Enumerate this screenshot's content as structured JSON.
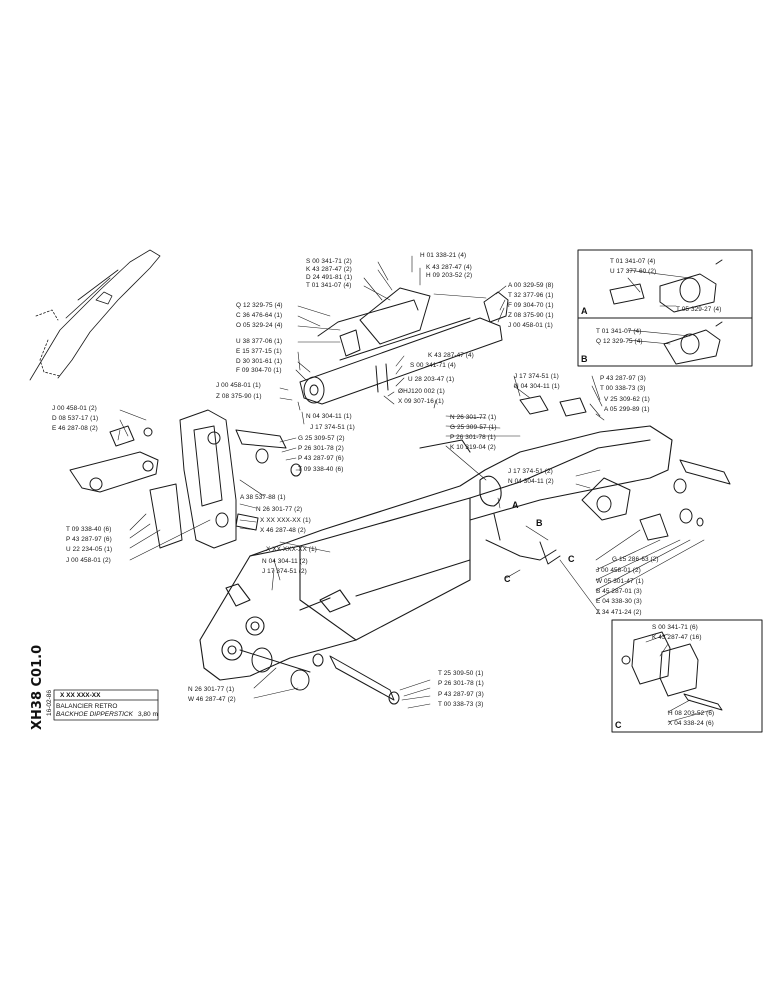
{
  "title_block": {
    "drawing_code": "XH38 C01.0",
    "date": "16-02-86",
    "ref_number": "X XX XXX-XX",
    "title_fr": "BALANCIER RETRO",
    "title_en": "BACKHOE DIPPERSTICK",
    "length": "3,80 m"
  },
  "insets": {
    "A_letter": "A",
    "B_letter": "B",
    "C_letter": "C"
  },
  "callout_letters": {
    "a": "A",
    "b": "B",
    "c1": "C",
    "c2": "C"
  },
  "labels": {
    "s00341_71_2": "S 00 341-71 (2)",
    "k43287_47_2": "K 43 287-47 (2)",
    "d24491_81": "D 24 491-81 (1)",
    "t01341_07_4": "T 01 341-07 (4)",
    "h01338_21": "H 01 338-21 (4)",
    "k43287_47_4": "K 43 287-47 (4)",
    "h09203_52": "H 09 203-52 (2)",
    "a00329_59": "A 00 329-59 (8)",
    "t32377_96": "T 32 377-96 (1)",
    "f09304_70a": "F 09 304-70 (1)",
    "z08375_90a": "Z 08 375-90 (1)",
    "j00458_01a": "J 00 458-01 (1)",
    "q12329_75": "Q 12 329-75 (4)",
    "c36476_64": "C 36 476-64 (1)",
    "o05329_24": "O 05 329-24 (4)",
    "u38377_06": "U 38 377-06 (1)",
    "e15377_15": "E 15 377-15 (1)",
    "d30301_61": "D 30 301-61 (1)",
    "f09304_70b": "F 09 304-70 (1)",
    "k43287_47_4b": "K 43 287-47 (4)",
    "s00341_71_4": "S 00 341-71 (4)",
    "u28203_47": "U 28 203-47 (1)",
    "hj120_002": "ØHJ120 002 (1)",
    "x09307_16": "X 09 307-16 (1)",
    "j00458_01b": "J 00 458-01 (1)",
    "z08375_90b": "Z 08 375-90 (1)",
    "n04304_11a": "N 04 304-11 (1)",
    "j17374_51a": "J 17 374-51 (1)",
    "g25309_57a": "G 25 309-57 (2)",
    "p26301_78a": "P 26 301-78 (2)",
    "p43287_97a": "P 43 287-97 (6)",
    "t09338_40a": "T 09 338-40 (6)",
    "j00458_01c": "J 00 458-01 (2)",
    "d08537_17": "D 08 537-17 (1)",
    "e46287_08": "E 46 287-08 (2)",
    "a38537_88": "A 38 537-88 (1)",
    "n26301_77a": "N 26 301-77 (2)",
    "xxx_1": "X XX XXX-XX (1)",
    "x46287_48": "X 46 287-48 (2)",
    "t09338_40b": "T 09 338-40 (6)",
    "p43287_97b": "P 43 287-97 (6)",
    "u22234_05": "U 22 234-05 (1)",
    "j00458_01d": "J 00 458-01 (2)",
    "xxx_2": "X XX XXX-XX (1)",
    "n04304_11b": "N 04 304-11 (2)",
    "j17374_51b": "J 17 374-51 (2)",
    "j17374_51c": "J 17 374-51 (1)",
    "n04304_11c": "N 04 304-11 (1)",
    "p43287_97c": "P 43 287-97 (3)",
    "t00338_73a": "T 00 338-73 (3)",
    "v25309_62": "V 25 309-62 (1)",
    "a05299_89": "A 05 299-89 (1)",
    "n26301_77b": "N 26 301-77 (1)",
    "g25309_57b": "G 25 309-57 (1)",
    "p26301_78b": "P 26 301-78 (1)",
    "k10319_04": "K 10 319-04 (2)",
    "j17374_51d": "J 17 374-51 (2)",
    "n04304_11d": "N 04 304-11 (2)",
    "g15286_63": "G 15 286-63 (2)",
    "j00458_01e": "J 00 458-01 (2)",
    "w05301_47": "W 05 301-47 (1)",
    "b45287_01": "B 45 287-01 (3)",
    "e04338_30": "E 04 338-30 (3)",
    "z34471_24": "Z 34 471-24 (2)",
    "t25309_50": "T 25 309-50 (1)",
    "p26301_78c": "P 26 301-78 (1)",
    "p43287_97d": "P 43 287-97 (3)",
    "t00338_73b": "T 00 338-73 (3)",
    "n26301_77c": "N 26 301-77 (1)",
    "w46287_47": "W 46 287-47 (2)",
    "ia_t01341_07": "T 01 341-07 (4)",
    "ia_u17377_60": "U 17 377-60 (2)",
    "ia_t05329_27": "T 05 329-27 (4)",
    "ib_t01341_07": "T 01 341-07 (4)",
    "ib_q12329_75": "Q 12 329-75 (4)",
    "ic_s00341_71": "S 00 341-71 (6)",
    "ic_k43287_47": "K 43 287-47 (16)",
    "ic_h08203_52": "H 08 203-52 (6)",
    "ic_x04338_24": "X 04 338-24 (6)"
  }
}
